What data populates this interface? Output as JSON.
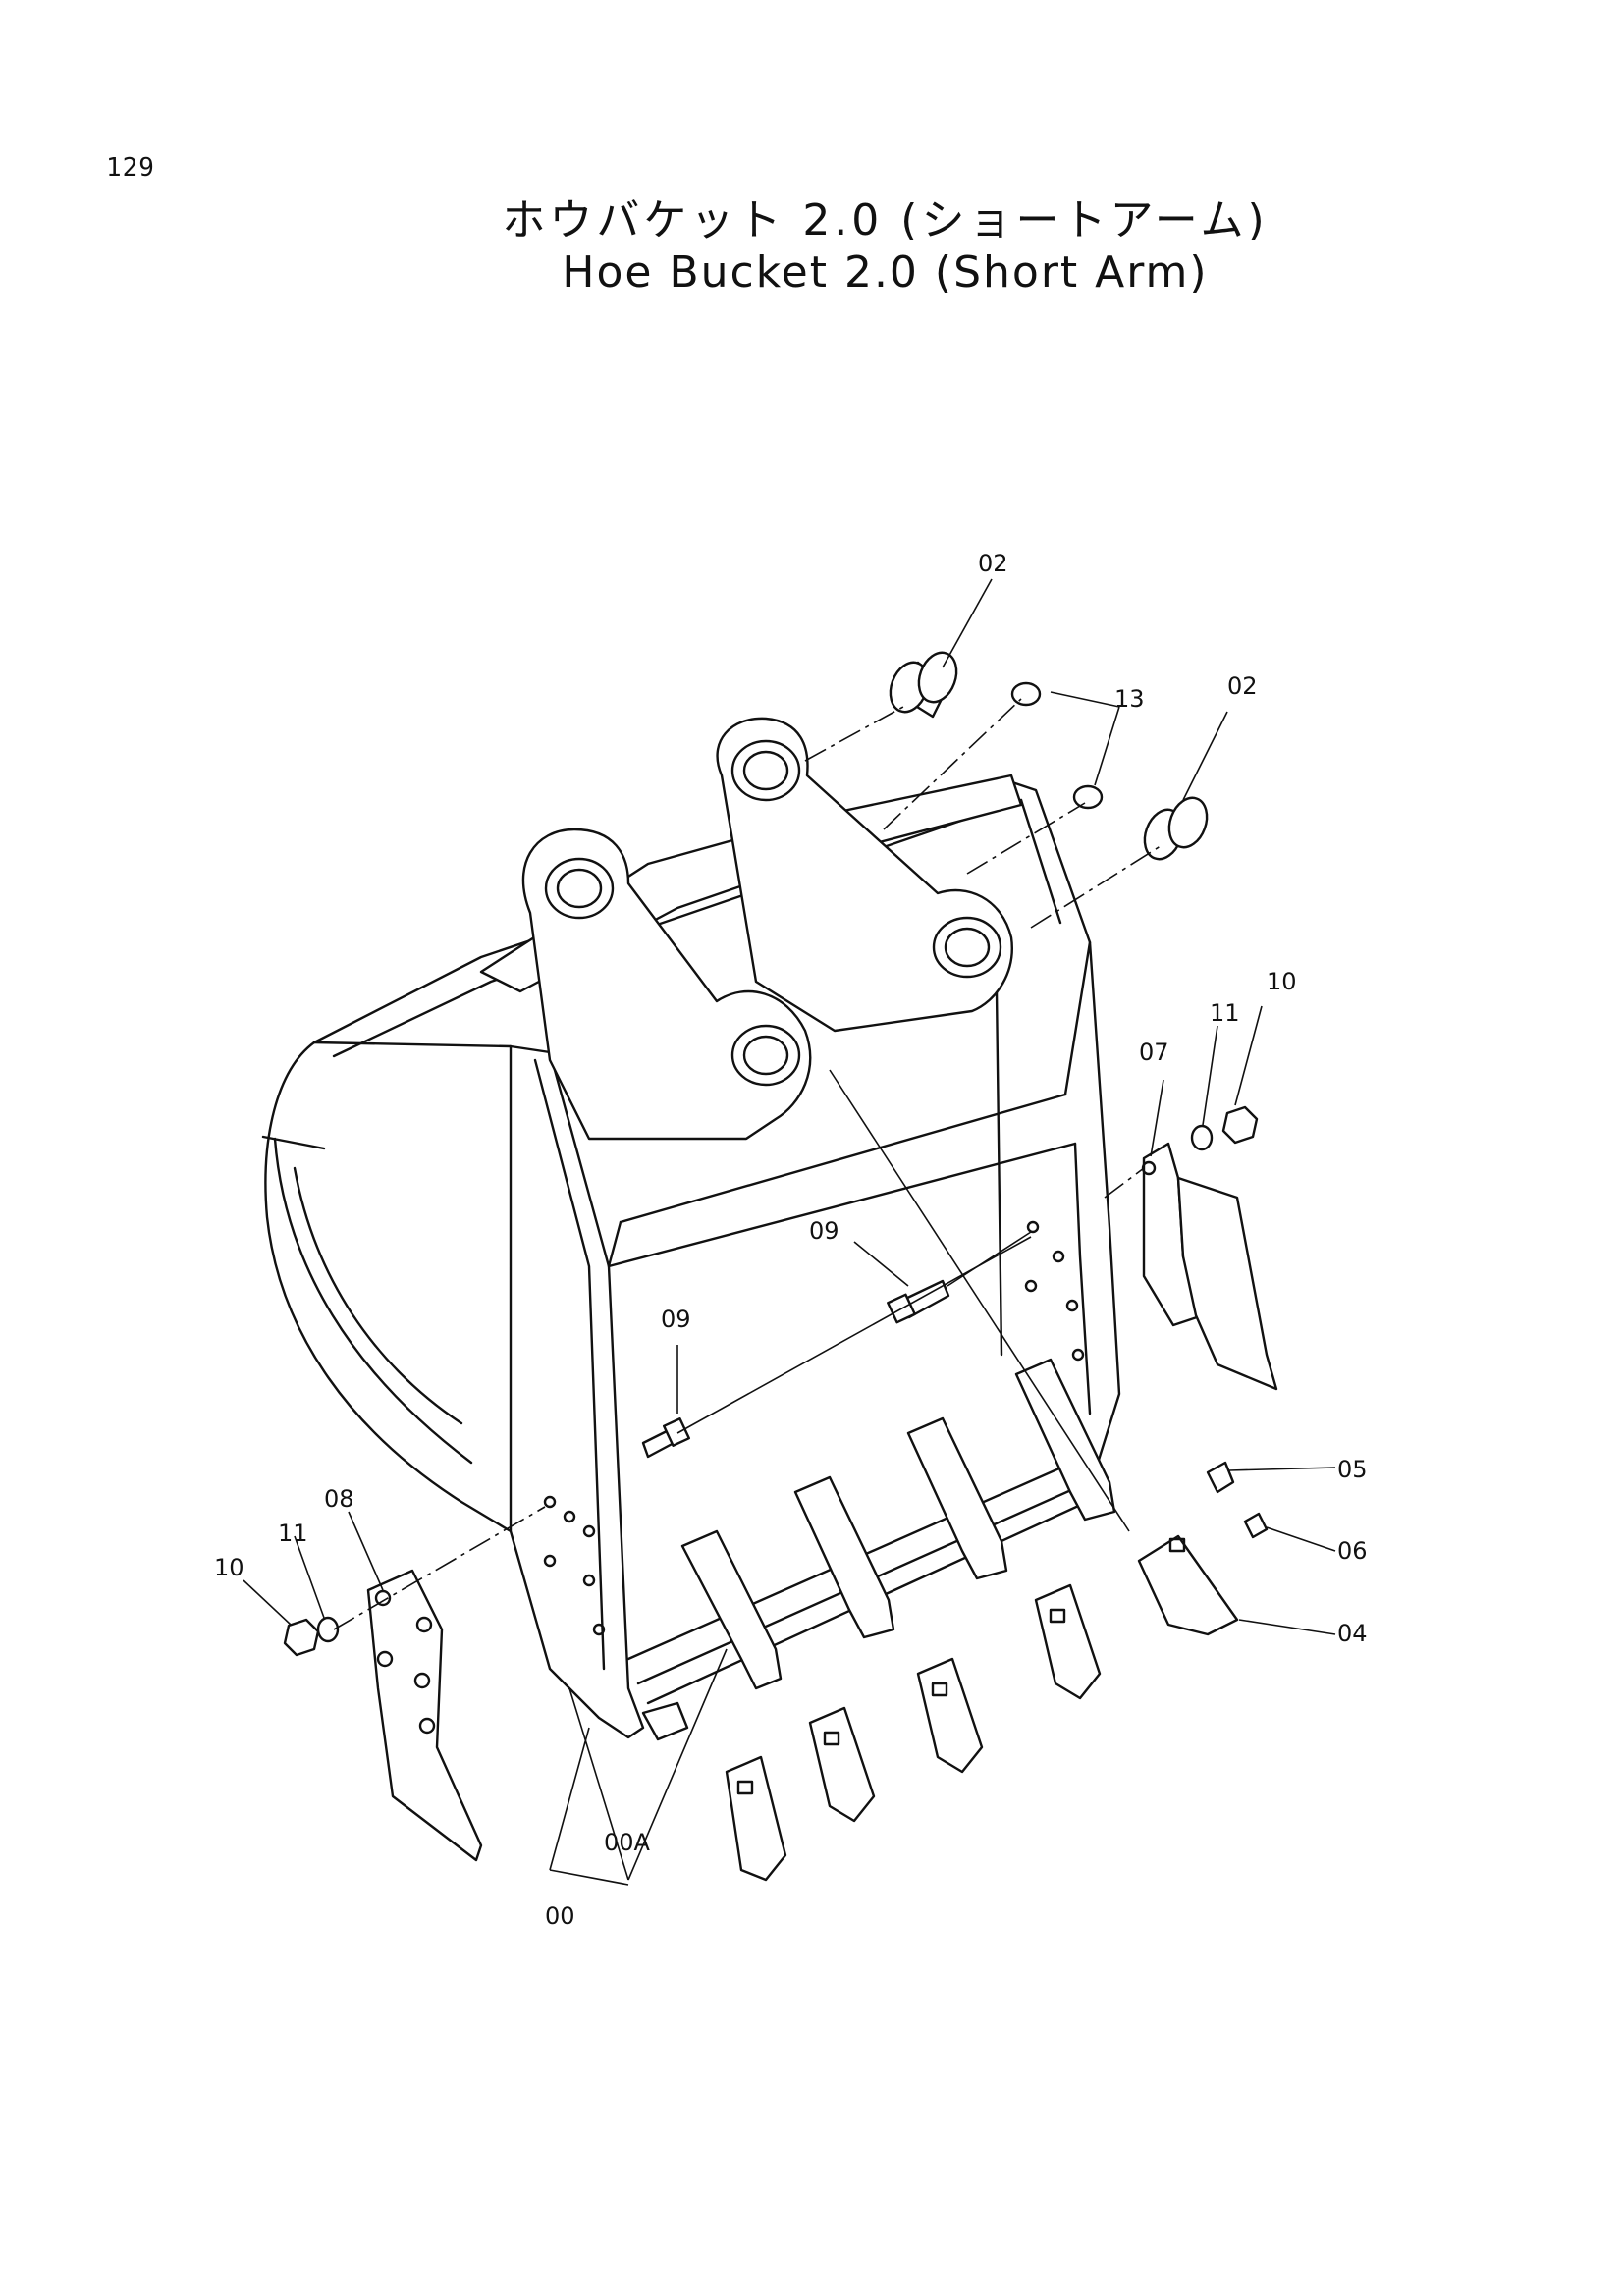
{
  "page_number": "129",
  "title_japanese": "ホウバケット 2.0 (ショートアーム)",
  "title_english": "Hoe Bucket 2.0 (Short Arm)",
  "callouts": {
    "c00": "00",
    "c00a": "00A",
    "c02a": "02",
    "c02b": "02",
    "c04": "04",
    "c05": "05",
    "c06": "06",
    "c07": "07",
    "c08": "08",
    "c09a": "09",
    "c09b": "09",
    "c10a": "10",
    "c10b": "10",
    "c11a": "11",
    "c11b": "11",
    "c13": "13"
  }
}
